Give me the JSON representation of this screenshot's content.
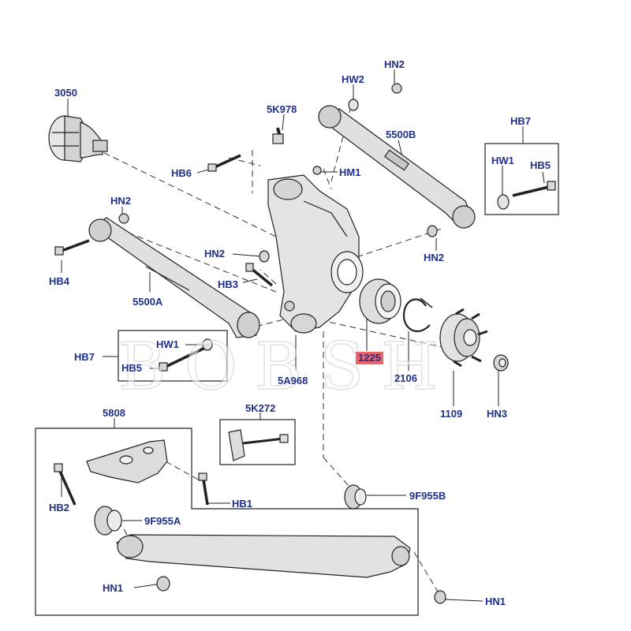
{
  "watermark": "BOBSH",
  "highlight_color": "#e8646a",
  "label_color": "#1f2f8a",
  "labels": {
    "l3050": "3050",
    "hn2_top": "HN2",
    "hw2": "HW2",
    "k5978": "5K978",
    "b5500": "5500B",
    "hb7_right": "HB7",
    "hw1_right": "HW1",
    "hb5_right": "HB5",
    "hb6": "HB6",
    "hm1": "HM1",
    "hn2_left": "HN2",
    "hb4": "HB4",
    "a5500": "5500A",
    "hn2_mid": "HN2",
    "hb3": "HB3",
    "hn2_right": "HN2",
    "hb7_left": "HB7",
    "hw1_left": "HW1",
    "hb5_left": "HB5",
    "a5968": "5A968",
    "l1225": "1225",
    "l2106": "2106",
    "l1109": "1109",
    "hn3": "HN3",
    "l5808": "5808",
    "k5272": "5K272",
    "hb2": "HB2",
    "hb1": "HB1",
    "f9955a": "9F955A",
    "f9955b": "9F955B",
    "hn1_left": "HN1",
    "hn1_right": "HN1"
  }
}
